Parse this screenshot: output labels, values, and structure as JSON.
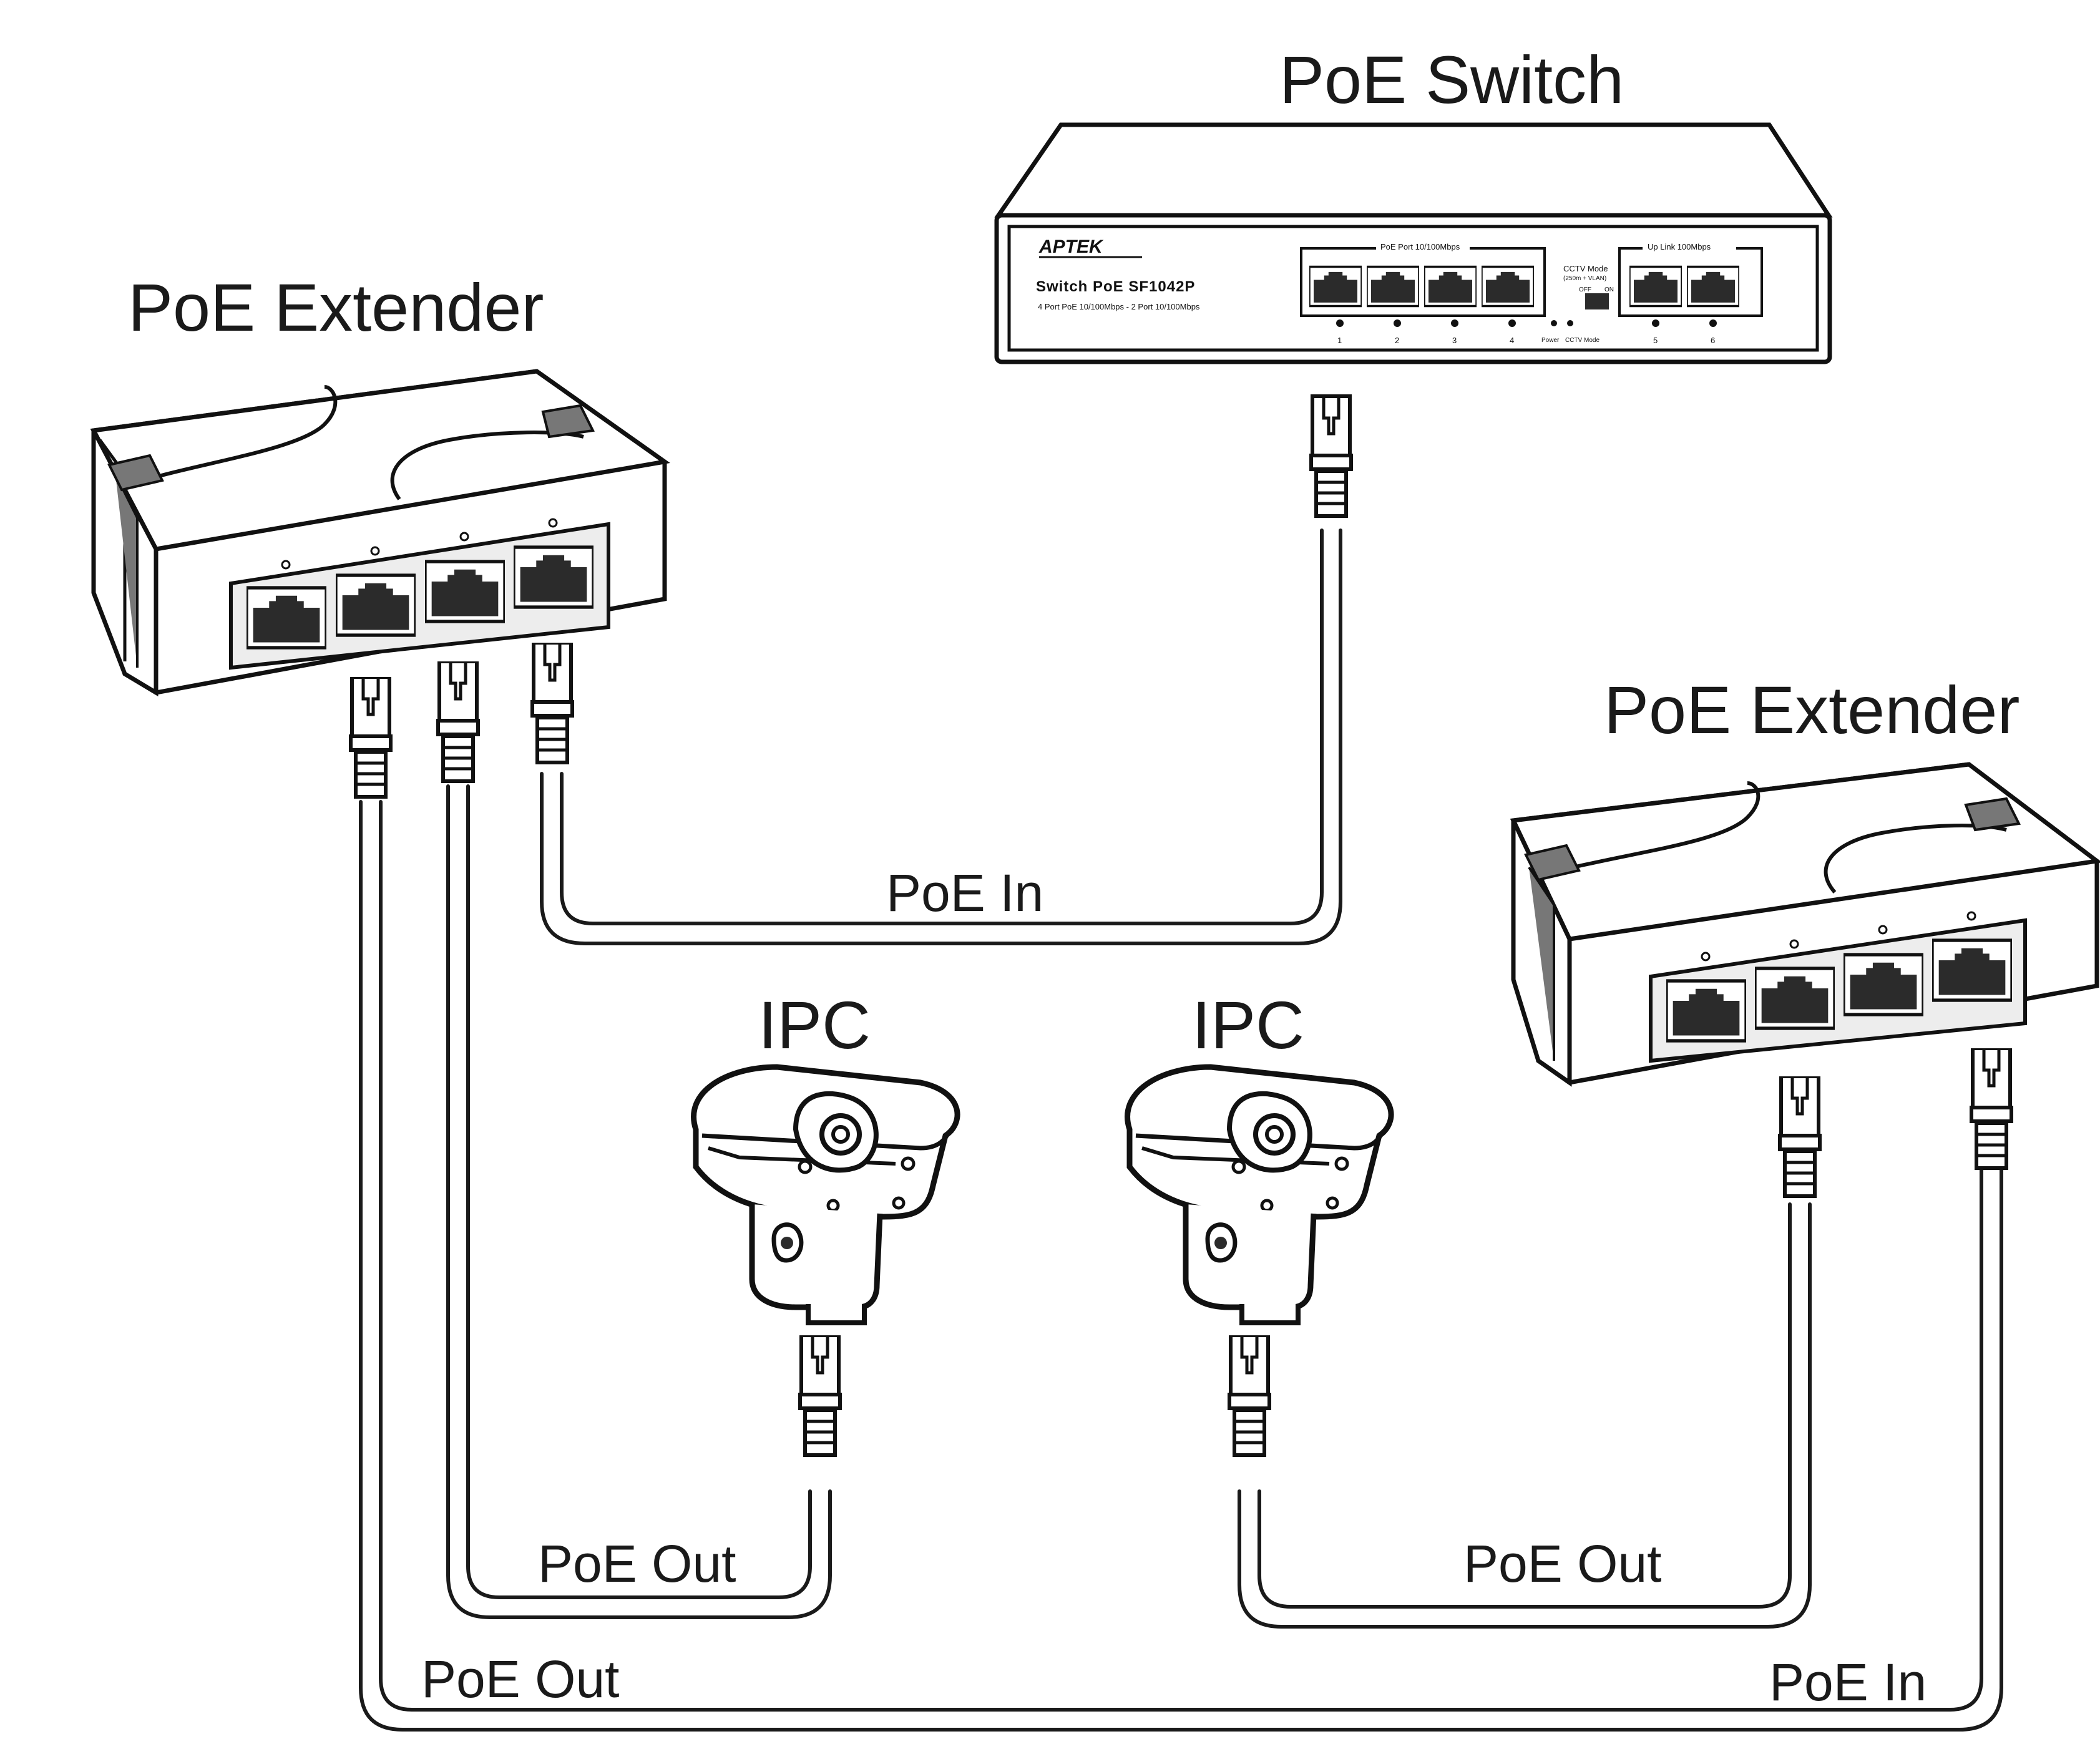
{
  "labels": {
    "switch": "PoE Switch",
    "extender_left": "PoE Extender",
    "extender_right": "PoE Extender",
    "ipc_left": "IPC",
    "ipc_right": "IPC",
    "poe_in_top": "PoE In",
    "poe_out_left_inner": "PoE Out",
    "poe_out_left_outer": "PoE Out",
    "poe_out_right": "PoE Out",
    "poe_in_bottom_right": "PoE In"
  },
  "switch_panel": {
    "brand": "APTEK",
    "model": "Switch PoE SF1042P",
    "spec": "4 Port PoE 10/100Mbps - 2 Port 10/100Mbps",
    "poe_group": "PoE Port 10/100Mbps",
    "uplink_group": "Up Link 100Mbps",
    "cctv_mode": "CCTV Mode",
    "cctv_sub": "(250m + VLAN)",
    "off": "OFF",
    "on": "ON",
    "power": "Power",
    "cctv_led": "CCTV Mode",
    "port_numbers": [
      "1",
      "2",
      "3",
      "4",
      "5",
      "6"
    ]
  },
  "colors": {
    "line": "#1a1a1a",
    "port": "#2b2b2b",
    "panel": "#ededed"
  }
}
